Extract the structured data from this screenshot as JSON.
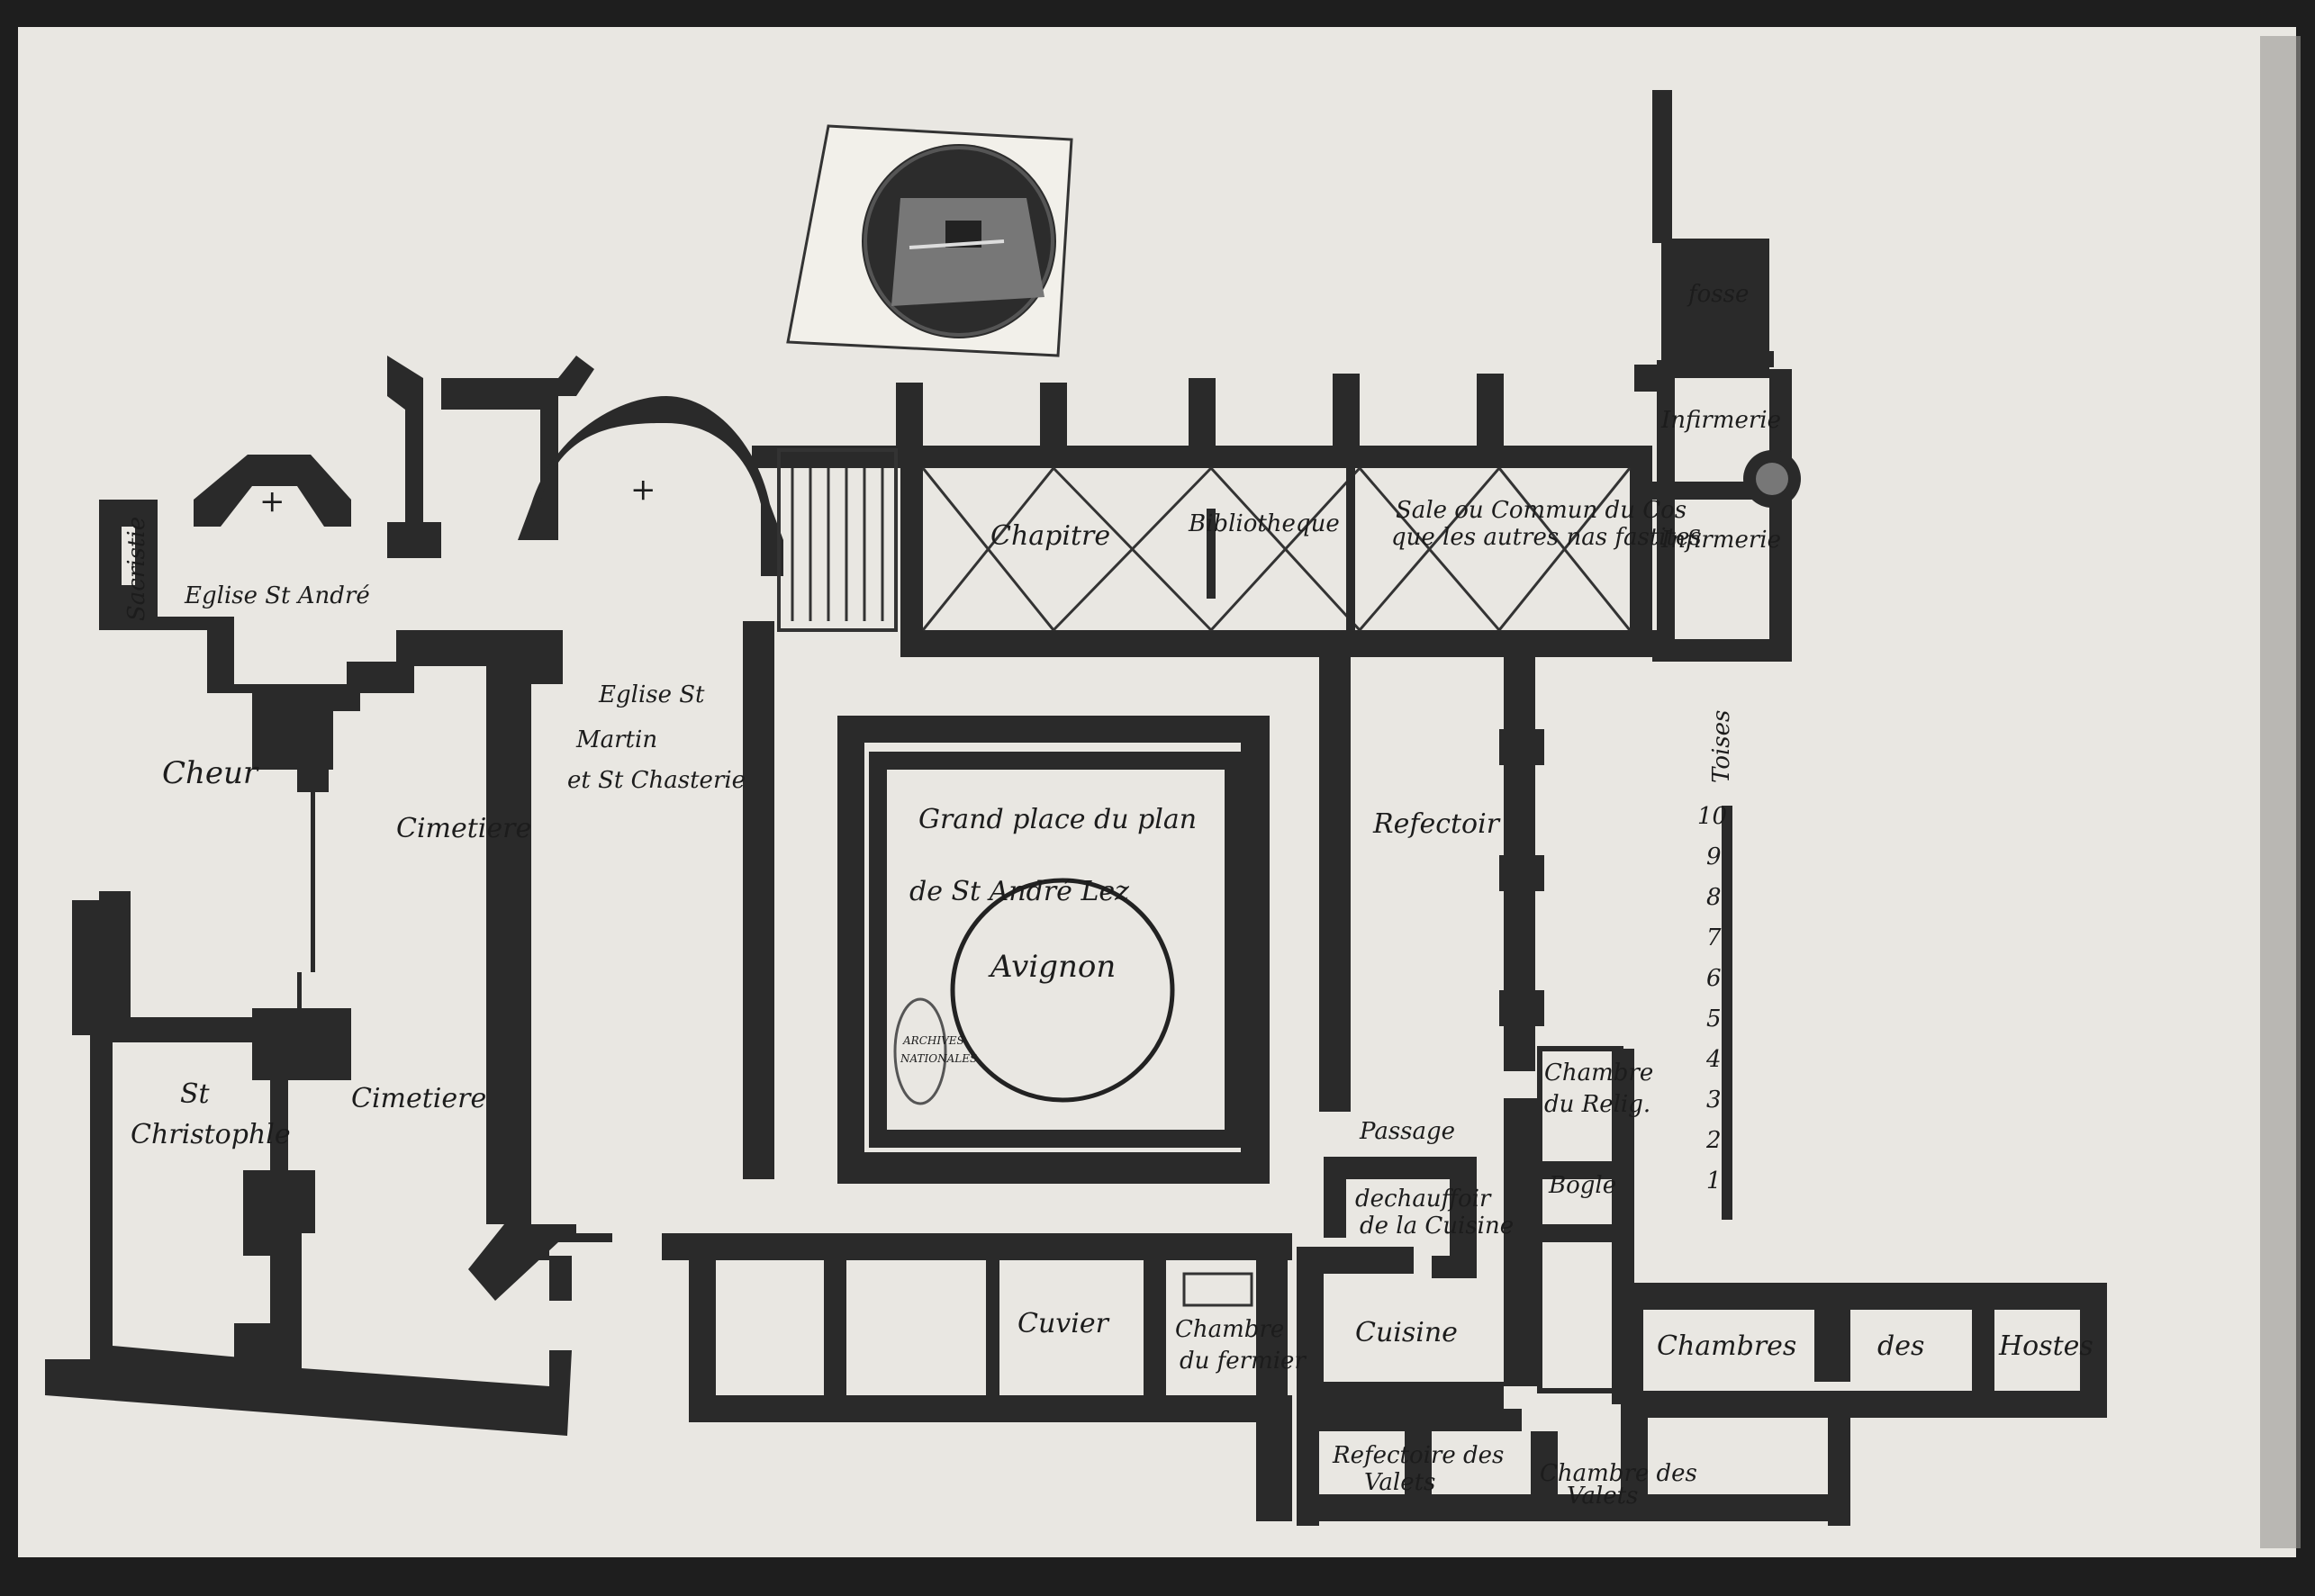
{
  "sheet": {
    "colors": {
      "paper": "#e9e7e2",
      "ink": "#2a2a2a",
      "background": "#1e1e1e"
    }
  },
  "labels": {
    "sacristie": "Sacristie",
    "eglise_st_andre": "Eglise St André",
    "choeur": "Cheur",
    "cimetiere_top": "Cimetiere",
    "cimetiere_bottom": "Cimetiere",
    "st_christophle_1": "St",
    "st_christophle_2": "Christophle",
    "eglise_st_martin_1": "Eglise St",
    "eglise_st_martin_2": "Martin",
    "eglise_st_martin_3": "et St Chasterie",
    "chapitre": "Chapitre",
    "bibliotheque": "Bibliotheque",
    "sale_commun_1": "Sale ou Commun du Cos",
    "sale_commun_2": "que les autres nas fastites",
    "infirmerie_top": "Infirmerie",
    "infirmerie_bottom": "Infirmerie",
    "fosse": "fosse",
    "refectoir": "Refectoir",
    "grand_place_1": "Grand place du plan",
    "grand_place_2": "de St André Lez",
    "grand_place_3": "Avignon",
    "passage": "Passage",
    "dechauffoir_1": "dechauffoir",
    "dechauffoir_2": "de la Cuisine",
    "chambre_top_1": "Chambre",
    "chambre_top_2": "du Relig.",
    "bogle": "Bogle",
    "cuisine": "Cuisine",
    "cuvier": "Cuvier",
    "chambre_fermier_1": "Chambre",
    "chambre_fermier_2": "du fermier",
    "chambres_hostes_1": "Chambres",
    "chambres_hostes_2": "des",
    "chambres_hostes_3": "Hostes",
    "refectoire_valets_1": "Refectoire des",
    "refectoire_valets_2": "Valets",
    "chambre_valets_1": "Chambre des",
    "chambre_valets_2": "Valets",
    "scale_title": "Toises",
    "stamp_1": "ARCHIVES",
    "stamp_2": "NATIONALES"
  },
  "scale_bar": {
    "ticks": [
      "1",
      "2",
      "3",
      "4",
      "5",
      "6",
      "7",
      "8",
      "9",
      "10"
    ]
  }
}
